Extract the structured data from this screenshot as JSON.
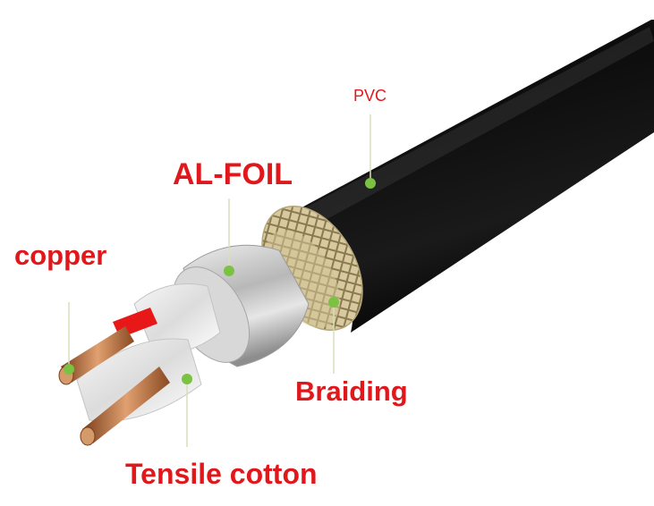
{
  "labels": {
    "pvc": "PVC",
    "al_foil": "AL-FOIL",
    "copper": "copper",
    "braiding": "Braiding",
    "tensile_cotton": "Tensile cotton"
  },
  "colors": {
    "label_red": "#e0181c",
    "leader_line": "#d7dfb5",
    "marker_dot": "#7cc242",
    "jacket": "#141414",
    "braid": "#c9b98e",
    "foil": "#c9c9c9",
    "copper": "#b06a3a",
    "insulation_red": "#e81818"
  }
}
